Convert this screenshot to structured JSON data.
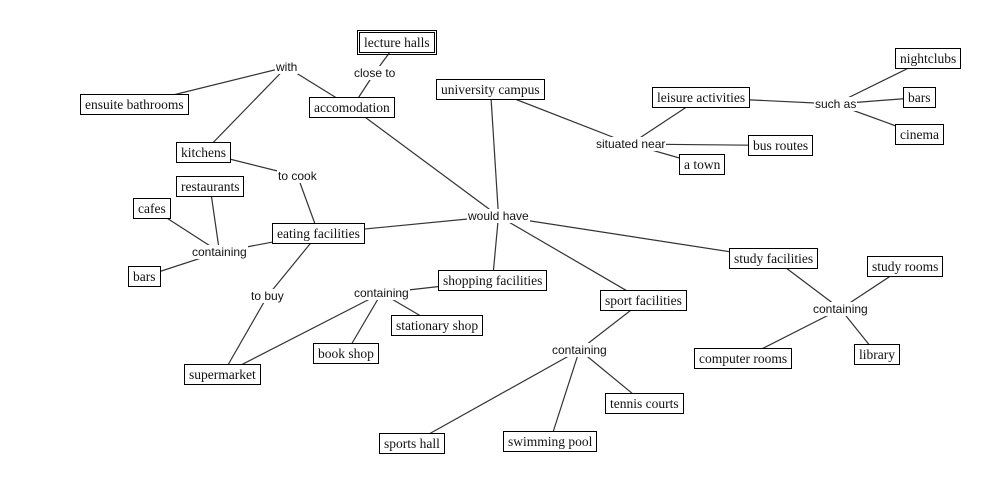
{
  "diagram": {
    "type": "concept-map",
    "concepts": [
      {
        "id": "lecture_halls",
        "label": "lecture halls"
      },
      {
        "id": "accomodation",
        "label": "accomodation"
      },
      {
        "id": "ensuite",
        "label": "ensuite bathrooms"
      },
      {
        "id": "kitchens",
        "label": "kitchens"
      },
      {
        "id": "restaurants",
        "label": "restaurants"
      },
      {
        "id": "cafes",
        "label": "cafes"
      },
      {
        "id": "bars_left",
        "label": "bars"
      },
      {
        "id": "eating",
        "label": "eating facilities"
      },
      {
        "id": "supermarket",
        "label": "supermarket"
      },
      {
        "id": "book_shop",
        "label": "book shop"
      },
      {
        "id": "stationary",
        "label": "stationary shop"
      },
      {
        "id": "shopping",
        "label": "shopping facilities"
      },
      {
        "id": "campus",
        "label": "university campus"
      },
      {
        "id": "leisure",
        "label": "leisure activities"
      },
      {
        "id": "bus_routes",
        "label": "bus routes"
      },
      {
        "id": "town",
        "label": "a town"
      },
      {
        "id": "nightclubs",
        "label": "nightclubs"
      },
      {
        "id": "bars_right",
        "label": "bars"
      },
      {
        "id": "cinema",
        "label": "cinema"
      },
      {
        "id": "sport",
        "label": "sport facilities"
      },
      {
        "id": "tennis",
        "label": "tennis courts"
      },
      {
        "id": "sports_hall",
        "label": "sports hall"
      },
      {
        "id": "swimming",
        "label": "swimming pool"
      },
      {
        "id": "study",
        "label": "study facilities"
      },
      {
        "id": "study_rooms",
        "label": "study rooms"
      },
      {
        "id": "computer_rooms",
        "label": "computer rooms"
      },
      {
        "id": "library",
        "label": "library"
      }
    ],
    "link_phrases": [
      {
        "id": "with",
        "label": "with"
      },
      {
        "id": "close_to",
        "label": "close to"
      },
      {
        "id": "to_cook",
        "label": "to cook"
      },
      {
        "id": "containing_eat",
        "label": "containing"
      },
      {
        "id": "to_buy",
        "label": "to buy"
      },
      {
        "id": "containing_shop",
        "label": "containing"
      },
      {
        "id": "would_have",
        "label": "would have"
      },
      {
        "id": "situated_near",
        "label": "situated near"
      },
      {
        "id": "such_as",
        "label": "such as"
      },
      {
        "id": "containing_sport",
        "label": "containing"
      },
      {
        "id": "containing_study",
        "label": "containing"
      }
    ],
    "edges": [
      [
        "accomodation",
        "with"
      ],
      [
        "with",
        "ensuite"
      ],
      [
        "with",
        "kitchens"
      ],
      [
        "accomodation",
        "close_to"
      ],
      [
        "close_to",
        "lecture_halls"
      ],
      [
        "kitchens",
        "to_cook"
      ],
      [
        "to_cook",
        "eating"
      ],
      [
        "eating",
        "containing_eat"
      ],
      [
        "containing_eat",
        "restaurants"
      ],
      [
        "containing_eat",
        "cafes"
      ],
      [
        "containing_eat",
        "bars_left"
      ],
      [
        "eating",
        "to_buy"
      ],
      [
        "to_buy",
        "supermarket"
      ],
      [
        "shopping",
        "containing_shop"
      ],
      [
        "containing_shop",
        "supermarket"
      ],
      [
        "containing_shop",
        "book_shop"
      ],
      [
        "containing_shop",
        "stationary"
      ],
      [
        "campus",
        "would_have"
      ],
      [
        "accomodation",
        "would_have"
      ],
      [
        "would_have",
        "eating"
      ],
      [
        "would_have",
        "shopping"
      ],
      [
        "would_have",
        "sport"
      ],
      [
        "would_have",
        "study"
      ],
      [
        "campus",
        "situated_near"
      ],
      [
        "situated_near",
        "leisure"
      ],
      [
        "situated_near",
        "bus_routes"
      ],
      [
        "situated_near",
        "town"
      ],
      [
        "leisure",
        "such_as"
      ],
      [
        "such_as",
        "nightclubs"
      ],
      [
        "such_as",
        "bars_right"
      ],
      [
        "such_as",
        "cinema"
      ],
      [
        "sport",
        "containing_sport"
      ],
      [
        "containing_sport",
        "sports_hall"
      ],
      [
        "containing_sport",
        "swimming"
      ],
      [
        "containing_sport",
        "tennis"
      ],
      [
        "study",
        "containing_study"
      ],
      [
        "containing_study",
        "study_rooms"
      ],
      [
        "containing_study",
        "computer_rooms"
      ],
      [
        "containing_study",
        "library"
      ]
    ]
  }
}
